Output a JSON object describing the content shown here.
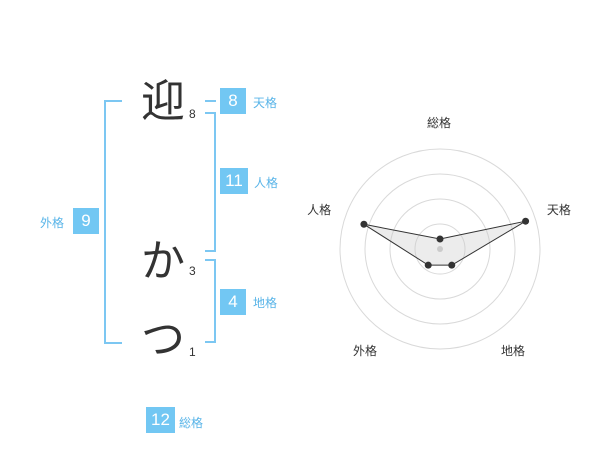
{
  "name": {
    "characters": [
      {
        "char": "迎",
        "strokes": "8"
      },
      {
        "char": "か",
        "strokes": "3"
      },
      {
        "char": "つ",
        "strokes": "1"
      }
    ]
  },
  "fortune": {
    "tenkaku": {
      "value": "8",
      "label": "天格"
    },
    "jinkaku": {
      "value": "11",
      "label": "人格"
    },
    "chikaku": {
      "value": "4",
      "label": "地格"
    },
    "gaikaku": {
      "value": "9",
      "label": "外格"
    },
    "soukaku": {
      "value": "12",
      "label": "総格"
    }
  },
  "colors": {
    "accent": "#72c7f3",
    "bracket": "#7cc7f2",
    "label": "#58b4e8"
  },
  "chart_data": {
    "type": "radar",
    "axes": [
      "総格",
      "天格",
      "地格",
      "外格",
      "人格"
    ],
    "values": [
      0.1,
      0.9,
      0.2,
      0.2,
      0.8
    ],
    "range": [
      0,
      1
    ],
    "rings": 4
  }
}
